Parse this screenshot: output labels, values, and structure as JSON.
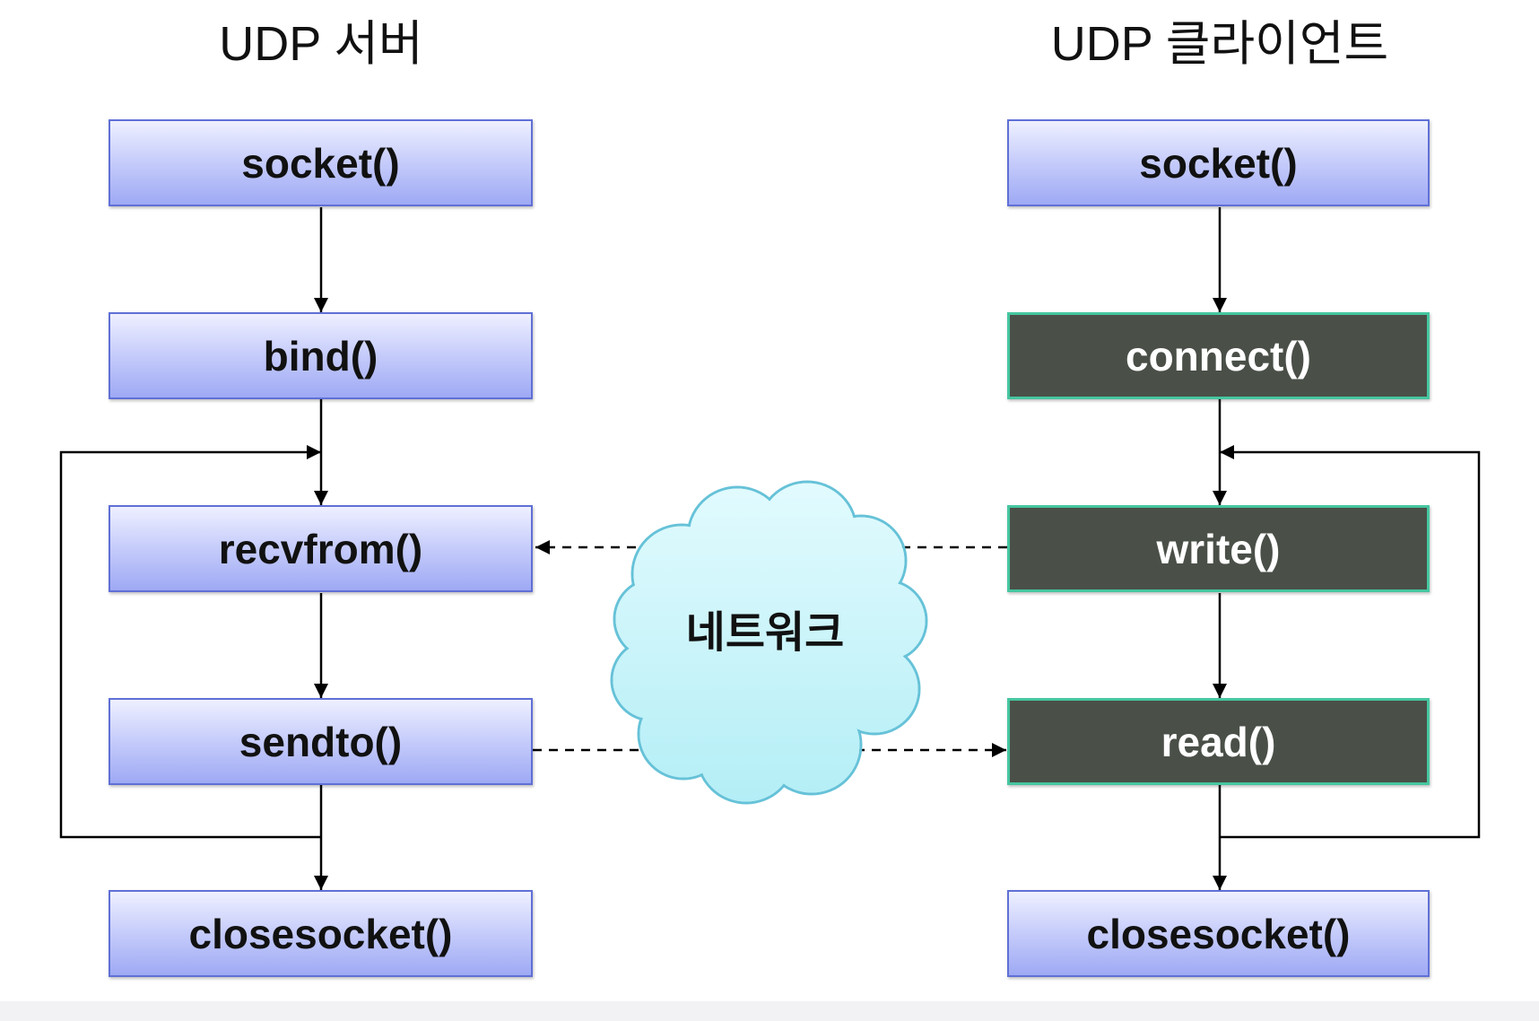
{
  "server": {
    "title": "UDP 서버",
    "steps": [
      "socket()",
      "bind()",
      "recvfrom()",
      "sendto()",
      "closesocket()"
    ]
  },
  "client": {
    "title": "UDP 클라이언트",
    "steps": [
      "socket()",
      "connect()",
      "write()",
      "read()",
      "closesocket()"
    ]
  },
  "network": {
    "label": "네트워크"
  },
  "colors": {
    "light_box_top": "#eef0ff",
    "light_box_bottom": "#9ea9f4",
    "light_box_border": "#6070d6",
    "dark_box_fill": "#4a5048",
    "dark_box_border": "#46c6a0",
    "cloud_fill": "#c8f4f9",
    "cloud_stroke": "#66c2d8"
  }
}
